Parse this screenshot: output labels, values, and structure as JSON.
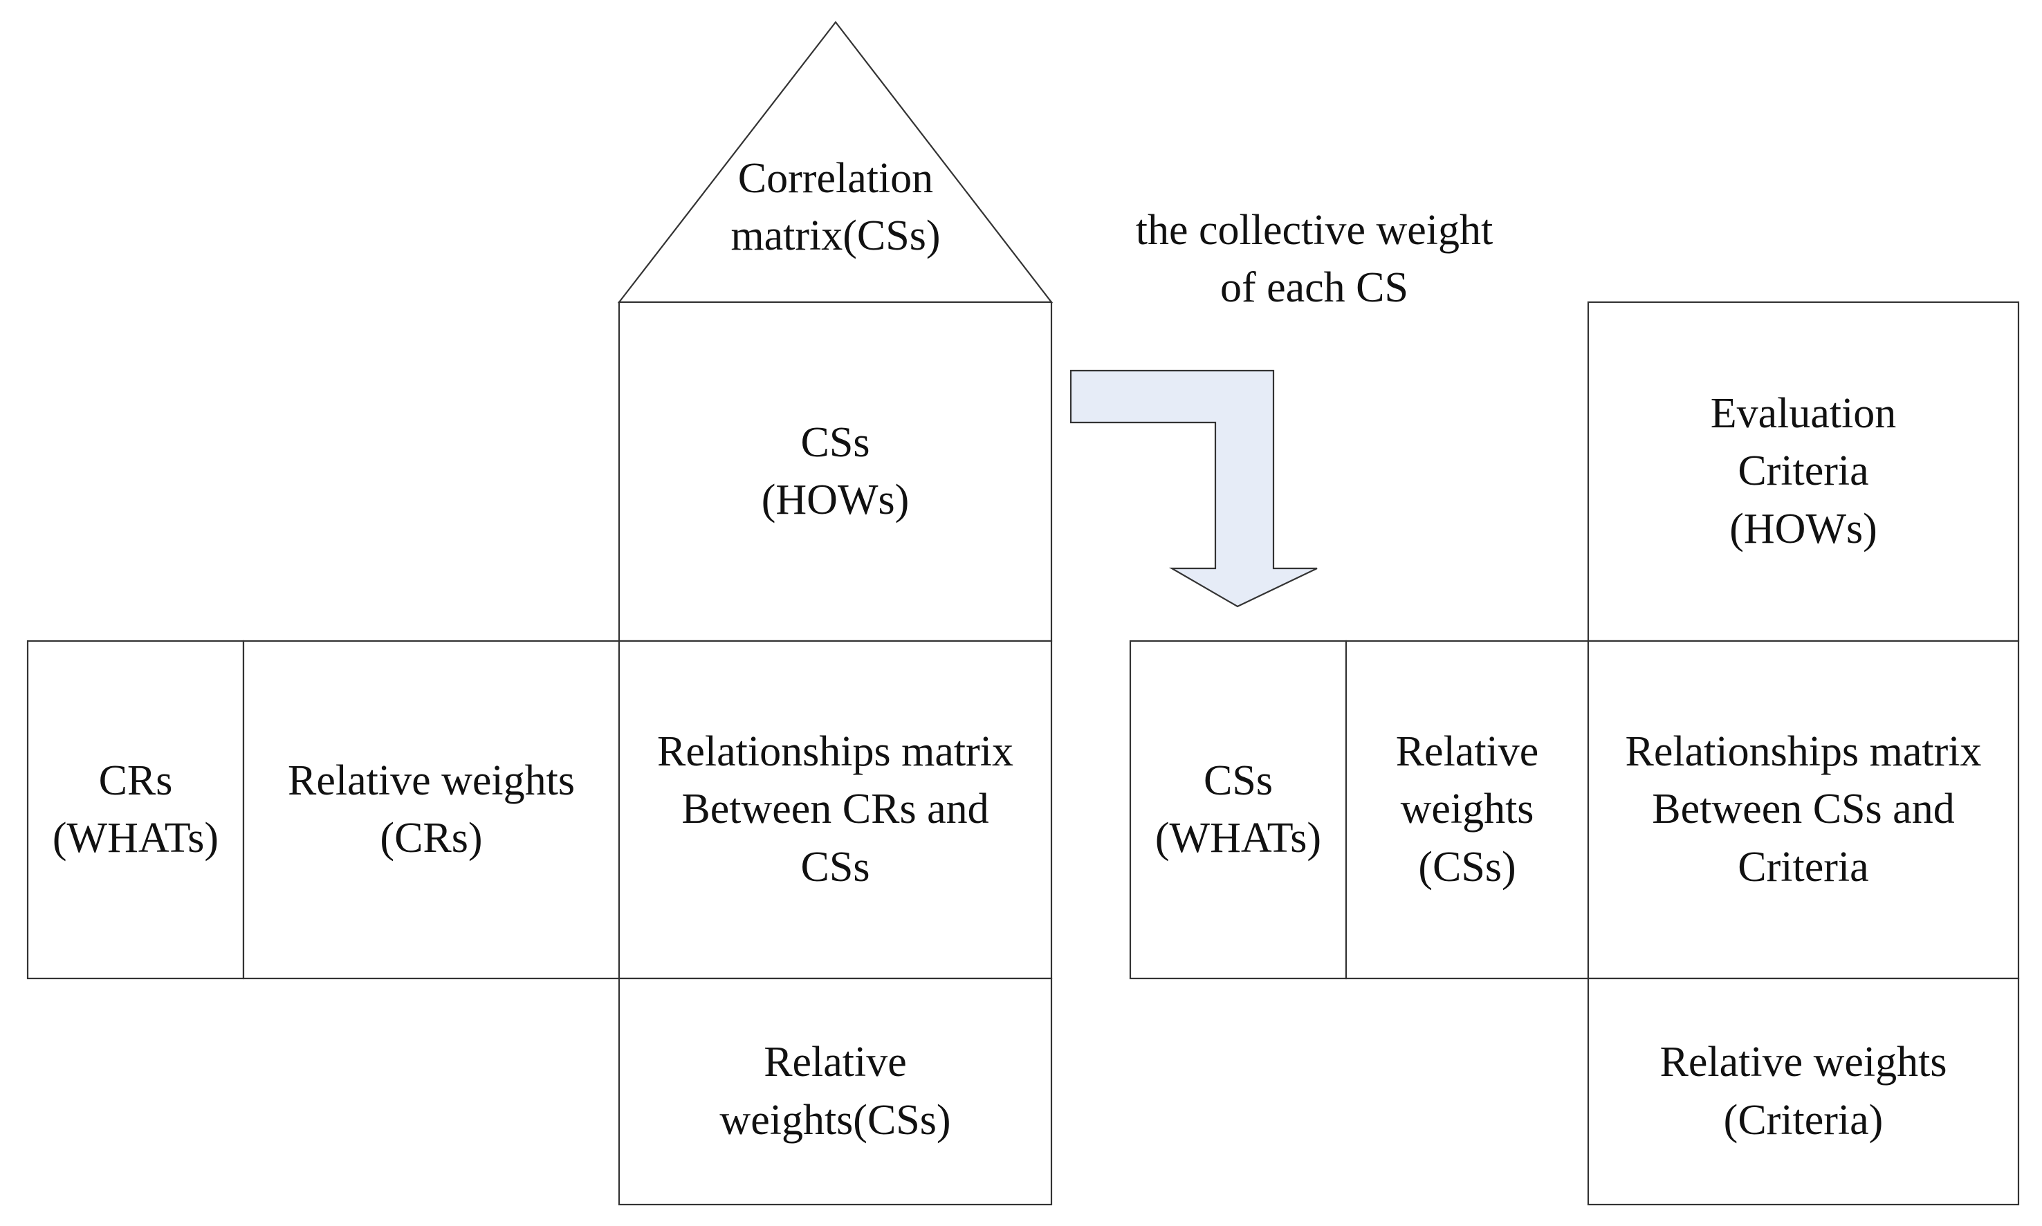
{
  "house1": {
    "roof_label": "Correlation\nmatrix(CSs)",
    "hows_label": "CSs\n(HOWs)",
    "whats_label": "CRs\n(WHATs)",
    "weights_label": "Relative weights\n(CRs)",
    "matrix_label": "Relationships matrix\nBetween CRs and\nCSs",
    "bottom_label": "Relative\nweights(CSs)"
  },
  "transfer": {
    "label": "the collective weight\nof each CS",
    "arrow_color": "#e6ecf7"
  },
  "house2": {
    "hows_label": "Evaluation\nCriteria\n(HOWs)",
    "whats_label": "CSs\n(WHATs)",
    "weights_label": "Relative\nweights\n(CSs)",
    "matrix_label": "Relationships matrix\nBetween CSs and\nCriteria",
    "bottom_label": "Relative weights\n(Criteria)"
  }
}
